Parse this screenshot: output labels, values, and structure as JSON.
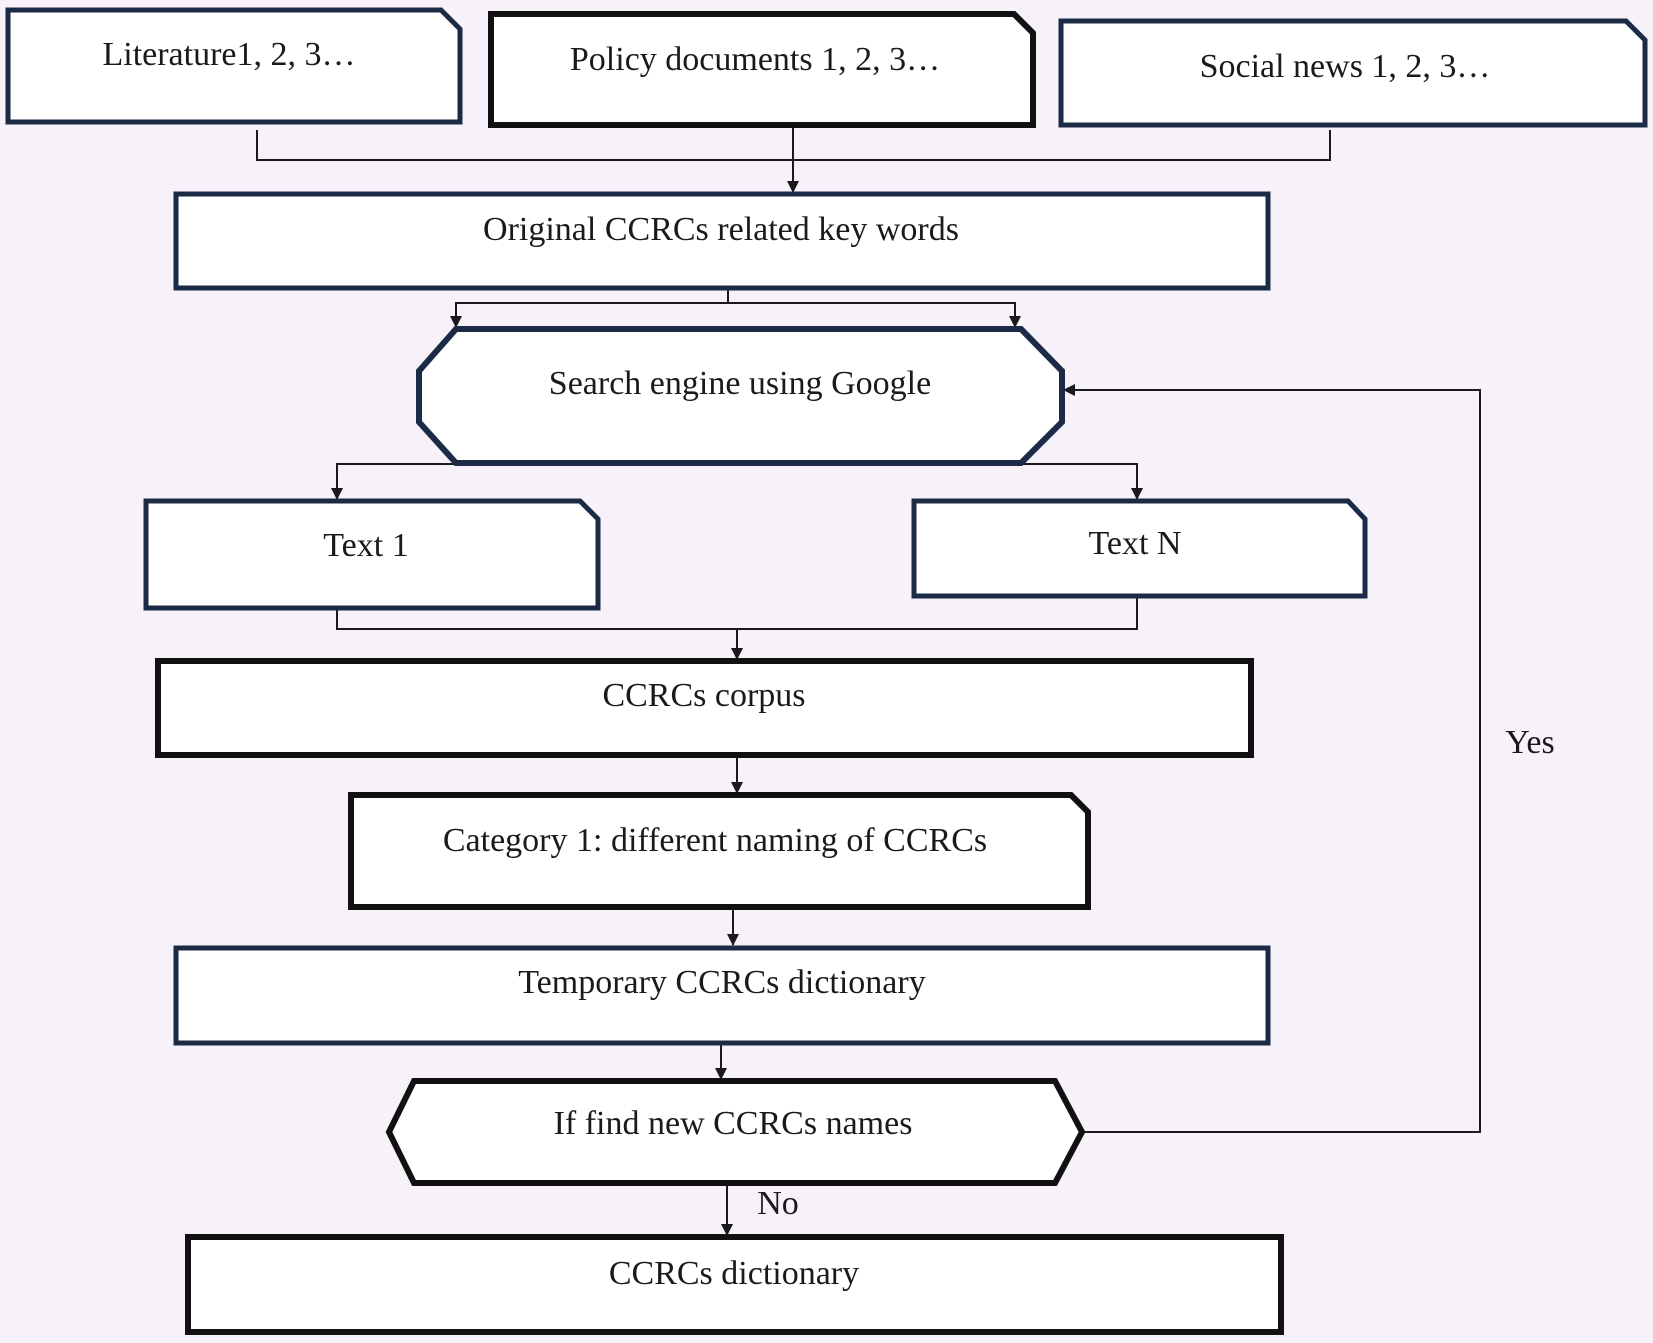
{
  "nodes": {
    "literature": "Literature1, 2, 3…",
    "policy": "Policy documents 1, 2, 3…",
    "social": "Social news 1, 2, 3…",
    "keywords": "Original CCRCs related key words",
    "search": "Search engine using Google",
    "text1": "Text 1",
    "textn": "Text N",
    "corpus": "CCRCs corpus",
    "category": "Category 1: different naming of CCRCs",
    "temp_dict": "Temporary CCRCs dictionary",
    "decision": "If find new CCRCs names",
    "dictionary": "CCRCs dictionary"
  },
  "edges": {
    "yes_label": "Yes",
    "no_label": "No"
  },
  "colors": {
    "navy_border": "#1c2b45",
    "black_border": "#111111",
    "line": "#1a1a1a",
    "background": "#f7f1f9",
    "box_fill": "#ffffff"
  }
}
